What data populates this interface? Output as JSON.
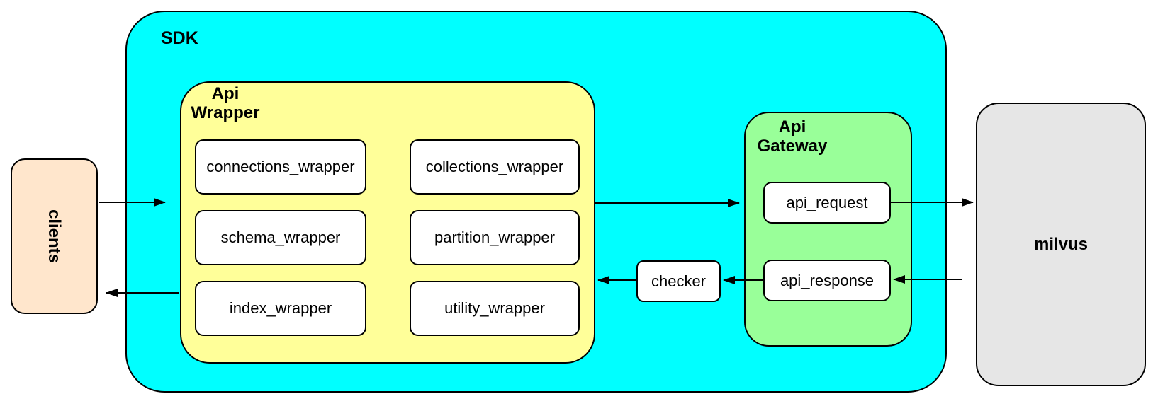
{
  "colors": {
    "sdk_fill": "#00ffff",
    "api_wrapper_fill": "#ffff99",
    "api_gateway_fill": "#99ff99",
    "clients_fill": "#ffe6cc",
    "milvus_fill": "#e6e6e6",
    "node_fill": "#ffffff",
    "stroke": "#000000"
  },
  "nodes": {
    "clients": {
      "label": "clients"
    },
    "sdk": {
      "label": "SDK"
    },
    "api_wrapper": {
      "label": "Api Wrapper",
      "boxes": [
        "connections_wrapper",
        "collections_wrapper",
        "schema_wrapper",
        "partition_wrapper",
        "index_wrapper",
        "utility_wrapper"
      ]
    },
    "checker": {
      "label": "checker"
    },
    "api_gateway": {
      "label": "Api Gateway",
      "boxes": [
        "api_request",
        "api_response"
      ]
    },
    "milvus": {
      "label": "milvus"
    }
  },
  "edges": [
    {
      "from": "clients",
      "to": "api_wrapper"
    },
    {
      "from": "api_wrapper",
      "to": "api_gateway"
    },
    {
      "from": "api_request",
      "to": "milvus"
    },
    {
      "from": "milvus",
      "to": "api_response"
    },
    {
      "from": "api_response",
      "to": "checker"
    },
    {
      "from": "checker",
      "to": "api_wrapper"
    },
    {
      "from": "api_wrapper",
      "to": "clients"
    }
  ]
}
